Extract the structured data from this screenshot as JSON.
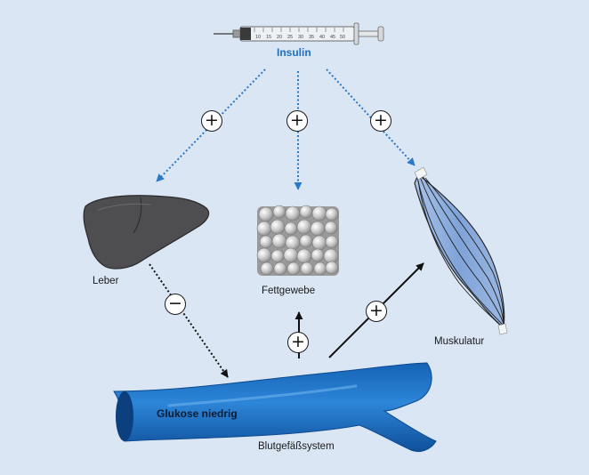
{
  "labels": {
    "insulin": "Insulin",
    "leber": "Leber",
    "fettgewebe": "Fettgewebe",
    "muskulatur": "Muskulatur",
    "glukose": "Glukose niedrig",
    "blutgefaesssystem": "Blutgefäßsystem"
  },
  "syringe_scale": [
    "10",
    "15",
    "20",
    "25",
    "30",
    "35",
    "40",
    "45",
    "50"
  ],
  "effect_signs": {
    "insulin_to_leber": "+",
    "insulin_to_fettgewebe": "+",
    "insulin_to_muskulatur": "+",
    "leber_to_blut": "−",
    "blut_to_fettgewebe": "+",
    "blut_to_muskulatur": "+"
  },
  "colors": {
    "background": "#dae6f4",
    "insulin_label": "#1f6fc0",
    "blue_arrows": "#2a78c8",
    "vessel": "#1e72c8",
    "liver": "#4e4e50",
    "muscle": "#8fb0de"
  },
  "icons": [
    "syringe-icon",
    "liver-icon",
    "fat-tissue-icon",
    "muscle-icon",
    "blood-vessel-icon"
  ]
}
